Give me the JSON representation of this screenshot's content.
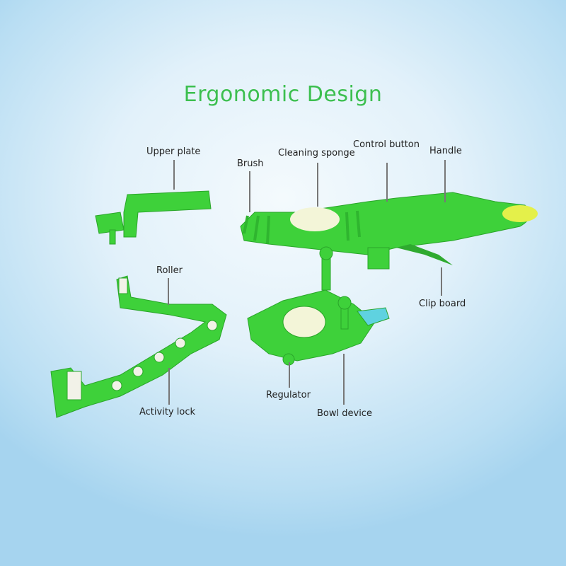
{
  "title": "Ergonomic Design",
  "labels": {
    "upper_plate": "Upper plate",
    "brush": "Brush",
    "cleaning_sponge": "Cleaning sponge",
    "control_button": "Control button",
    "handle": "Handle",
    "clip_board": "Clip board",
    "roller": "Roller",
    "activity_lock": "Activity lock",
    "regulator": "Regulator",
    "bowl_device": "Bowl device"
  },
  "colors": {
    "product_green": "#3ed13a",
    "title_green": "#3cbf4f",
    "handle_yellow": "#e4f04a"
  }
}
